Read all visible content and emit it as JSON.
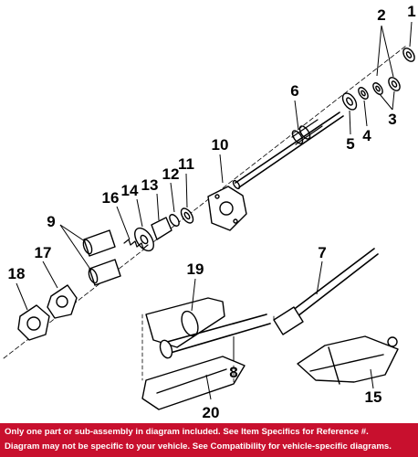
{
  "callouts": {
    "c1": "1",
    "c2": "2",
    "c3": "3",
    "c4": "4",
    "c5": "5",
    "c6": "6",
    "c7": "7",
    "c8": "8",
    "c9": "9",
    "c10": "10",
    "c11": "11",
    "c12": "12",
    "c13": "13",
    "c14": "14",
    "c15": "15",
    "c16": "16",
    "c17": "17",
    "c18": "18",
    "c19": "19",
    "c20": "20"
  },
  "footer": {
    "line1": "Only one part or sub-assembly in diagram included. See Item Specifics for Reference #.",
    "line2": "Diagram may not be specific to your vehicle. See Compatibility for vehicle-specific diagrams."
  },
  "colors": {
    "footer_bg": "#c8102e",
    "footer_text": "#ffffff",
    "line_art": "#000000"
  }
}
